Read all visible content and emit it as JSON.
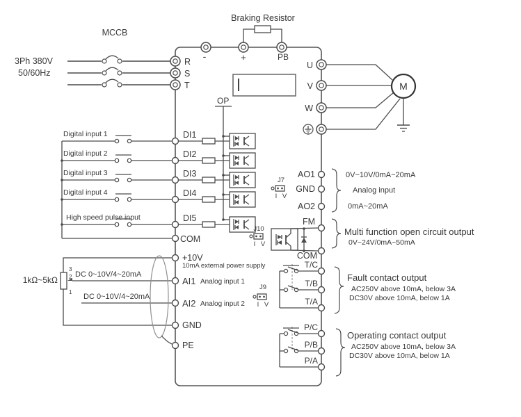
{
  "colors": {
    "line": "#4a4a4a",
    "text": "#383838",
    "background": "#ffffff"
  },
  "diagram": {
    "power": {
      "phase_label": "3Ph 380V",
      "freq_label": "50/60Hz",
      "breaker_label": "MCCB",
      "terminals": [
        "R",
        "S",
        "T"
      ]
    },
    "braking": {
      "title": "Braking Resistor",
      "terminals": [
        "-",
        "+",
        "PB"
      ]
    },
    "motor": {
      "label": "M",
      "terminals": [
        "U",
        "V",
        "W"
      ]
    },
    "keypad": {
      "op_label": "OP"
    },
    "digital_inputs": {
      "rows": [
        {
          "label": "Digital input 1",
          "terminal": "DI1"
        },
        {
          "label": "Digital input 2",
          "terminal": "DI2"
        },
        {
          "label": "Digital input 3",
          "terminal": "DI3"
        },
        {
          "label": "Digital input 4",
          "terminal": "DI4"
        },
        {
          "label": "High speed pulse input",
          "terminal": "DI5"
        }
      ],
      "common": "COM"
    },
    "analog_in": {
      "pot_label": "1kΩ~5kΩ",
      "pot_pins": [
        "3",
        "2",
        "1"
      ],
      "range1": "DC 0~10V/4~20mA",
      "range2": "DC 0~10V/4~20mA",
      "plus10v": {
        "name": "+10V",
        "desc": "10mA external power supply"
      },
      "ai1": {
        "name": "AI1",
        "desc": "Analog input 1"
      },
      "ai2": {
        "name": "AI2",
        "desc": "Analog input 2"
      },
      "gnd": "GND",
      "pe": "PE"
    },
    "analog_out": {
      "terminals": [
        "AO1",
        "GND",
        "AO2"
      ],
      "notes": {
        "top": "0V~10V/0mA~20mA",
        "mid": "Analog input",
        "bottom": "0mA~20mA"
      }
    },
    "jumpers": {
      "j7": {
        "name": "J7",
        "i": "I",
        "v": "V"
      },
      "j9": {
        "name": "J9",
        "i": "I",
        "v": "V"
      },
      "j10": {
        "name": "J10",
        "i": "I",
        "v": "V"
      }
    },
    "fm": {
      "terminal": "FM",
      "common": "COM",
      "title": "Multi function open circuit output",
      "spec": "0V~24V/0mA~50mA"
    },
    "fault_relay": {
      "title": "Fault contact output",
      "spec1": "AC250V above 10mA, below 3A",
      "spec2": "DC30V above 10mA, below 1A",
      "terminals": [
        "T/C",
        "T/B",
        "T/A"
      ]
    },
    "op_relay": {
      "title": "Operating contact output",
      "spec1": "AC250V above 10mA, below 3A",
      "spec2": "DC30V   above 10mA, below 1A",
      "terminals": [
        "P/C",
        "P/B",
        "P/A"
      ]
    }
  }
}
